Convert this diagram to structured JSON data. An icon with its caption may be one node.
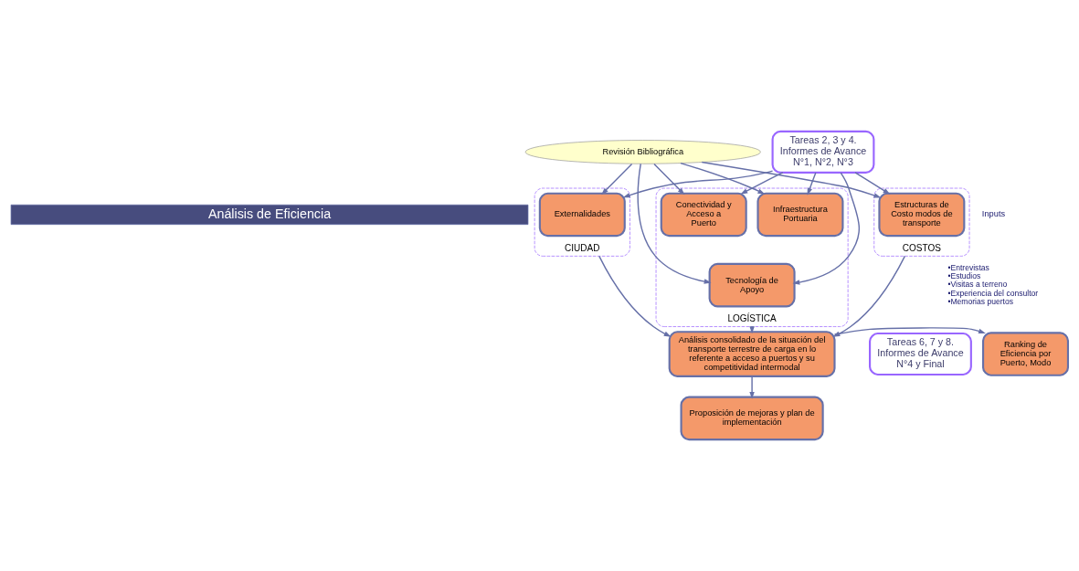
{
  "diagram": {
    "nodes": [
      {
        "text": [
          "Tareas 2, 3 y 4. Informes de Avance N°1, N°2, N°3"
        ]
      },
      {
        "text": [
          "Revisión Bibliográfica"
        ]
      },
      {
        "text": [
          "Análisis de Eficiencia"
        ]
      },
      {
        "text": [
          "LOGÍSTICA"
        ]
      },
      {
        "text": [
          "Tecnología de Apoyo"
        ],
        "in": 3
      },
      {
        "text": [
          "Infraestructura Portuaria"
        ],
        "in": 3
      },
      {
        "text": [
          "Conectividad y Acceso a Puerto"
        ],
        "in": 3
      },
      {
        "text": [
          "CIUDAD"
        ]
      },
      {
        "text": [
          "Externalidades"
        ],
        "in": 7
      },
      {
        "text": [
          "COSTOS"
        ]
      },
      {
        "text": [
          "Estructuras de Costo modos de transporte"
        ],
        "in": 9
      },
      {
        "text": [
          "Análisis consolidado de la situación del transporte terrestre de carga en lo referente a acceso a puertos y su competitividad intermodal"
        ]
      },
      {
        "text": [
          "Ranking de Eficiencia por Puerto, Modo"
        ]
      },
      {
        "text": [
          "Proposición de mejoras y plan de implementación"
        ]
      },
      {
        "text": [
          "Tareas 6, 7 y 8. Informes de Avance N°4 y Final"
        ]
      }
    ],
    "edges": [
      {
        "from": 0,
        "to": 4,
        "arrow": "to"
      },
      {
        "from": 0,
        "to": 5,
        "arrow": "to"
      },
      {
        "from": 0,
        "to": 6,
        "arrow": "to"
      },
      {
        "from": 0,
        "to": 8,
        "arrow": "to"
      },
      {
        "from": 0,
        "to": 10,
        "arrow": "to"
      },
      {
        "from": 1,
        "to": 4,
        "arrow": "to"
      },
      {
        "from": 1,
        "to": 5,
        "arrow": "to"
      },
      {
        "from": 1,
        "to": 6,
        "arrow": "to"
      },
      {
        "from": 1,
        "to": 8,
        "arrow": "to"
      },
      {
        "from": 1,
        "to": 10,
        "arrow": "to"
      },
      {
        "from": 3,
        "to": 11,
        "arrow": "to"
      },
      {
        "from": 7,
        "to": 11,
        "arrow": "to"
      },
      {
        "from": 9,
        "to": 11,
        "arrow": "to"
      },
      {
        "from": 11,
        "to": 12,
        "arrow": "to"
      },
      {
        "from": 11,
        "to": 13,
        "arrow": "to"
      }
    ],
    "labels": [
      "Inputs",
      "•Entrevistas",
      "•Estudios",
      "•Visitas a terreno",
      "•Experiencia del consultor",
      "•Memorias puertos"
    ]
  }
}
